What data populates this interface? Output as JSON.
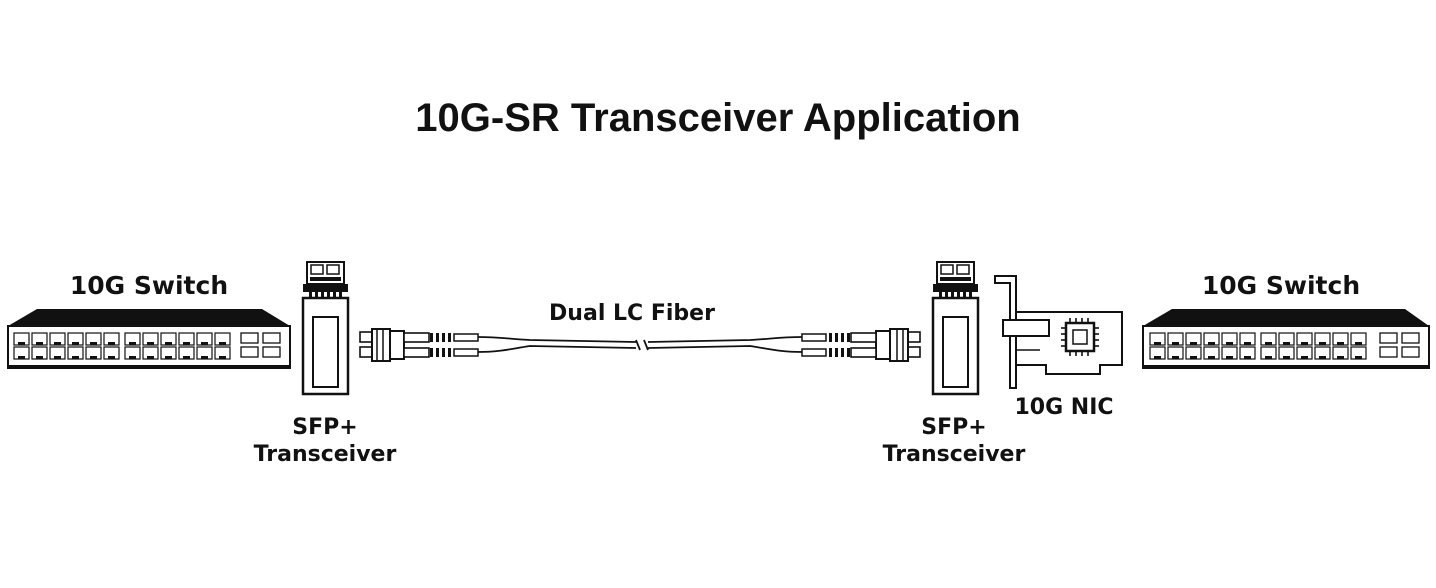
{
  "title": "10G-SR Transceiver Application",
  "labels": {
    "switch_left": "10G Switch",
    "switch_right": "10G Switch",
    "fiber": "Dual LC Fiber",
    "transceiver_left_line1": "SFP+",
    "transceiver_left_line2": "Transceiver",
    "transceiver_right_line1": "SFP+",
    "transceiver_right_line2": "Transceiver",
    "nic": "10G NIC"
  },
  "icons": [
    "switch-icon",
    "sfp-transceiver-icon",
    "lc-connector-icon",
    "fiber-cable-icon",
    "nic-card-icon"
  ],
  "colors": {
    "stroke": "#111111",
    "background": "#ffffff"
  }
}
